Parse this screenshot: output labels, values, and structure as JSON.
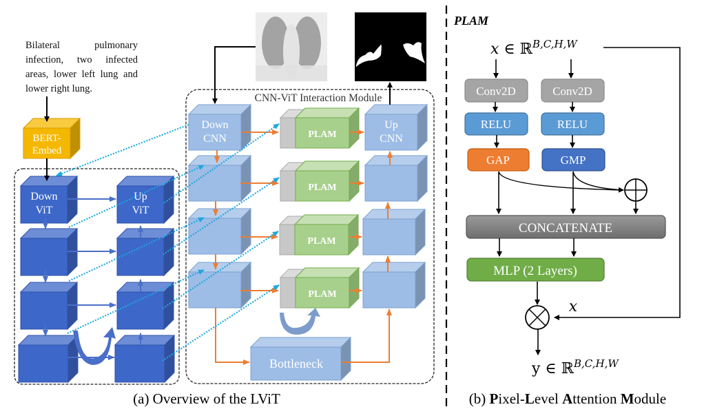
{
  "panel_a": {
    "caption": "(a) Overview of the LViT",
    "text_prompt": "Bilateral pulmonary infection, two infected areas, lower left lung and lower right lung.",
    "bert_label_line1": "BERT-",
    "bert_label_line2": "Embed",
    "down_vit_line1": "Down",
    "down_vit_line2": "ViT",
    "up_vit_line1": "Up",
    "up_vit_line2": "ViT",
    "module_title": "CNN-ViT Interaction Module",
    "down_cnn_line1": "Down",
    "down_cnn_line2": "CNN",
    "up_cnn_line1": "Up",
    "up_cnn_line2": "CNN",
    "plam_label": "PLAM",
    "bottleneck_label": "Bottleneck",
    "input_image": "chest-xray",
    "output_image": "segmentation-mask"
  },
  "panel_b": {
    "title": "PLAM",
    "input_var": "x",
    "input_set": "∈ ℝ",
    "input_sup": "B,C,H,W",
    "conv_left": "Conv2D",
    "conv_right": "Conv2D",
    "relu_left": "RELU",
    "relu_right": "RELU",
    "gap": "GAP",
    "gmp": "GMP",
    "concat": "CONCATENATE",
    "mlp": "MLP (2 Layers)",
    "skip_var": "x",
    "output_var": "y",
    "output_set": "∈ ℝ",
    "output_sup": "B,C,H,W",
    "caption_parts": [
      {
        "text": "(b) ",
        "bold": false
      },
      {
        "text": "P",
        "bold": true
      },
      {
        "text": "ixel-",
        "bold": false
      },
      {
        "text": "L",
        "bold": true
      },
      {
        "text": "evel ",
        "bold": false
      },
      {
        "text": "A",
        "bold": true
      },
      {
        "text": "ttention ",
        "bold": false
      },
      {
        "text": "M",
        "bold": true
      },
      {
        "text": "odule",
        "bold": false
      }
    ]
  },
  "colors": {
    "vit_blue": "#3a62c4",
    "cnn_blue": "#9dbde6",
    "plam_green": "#a8d08d",
    "plam_gray": "#c8c8c8",
    "bert_gold": "#f5b800",
    "orange_arrow": "#ed7d31",
    "dotted_cyan": "#1fa8e0",
    "conv_gray": "#a5a5a5",
    "relu_blue": "#5b9bd5",
    "gap_orange": "#ed7d31",
    "gmp_blue": "#4472c4",
    "concat_gray": "#7f7f7f",
    "mlp_green": "#70ad47"
  }
}
